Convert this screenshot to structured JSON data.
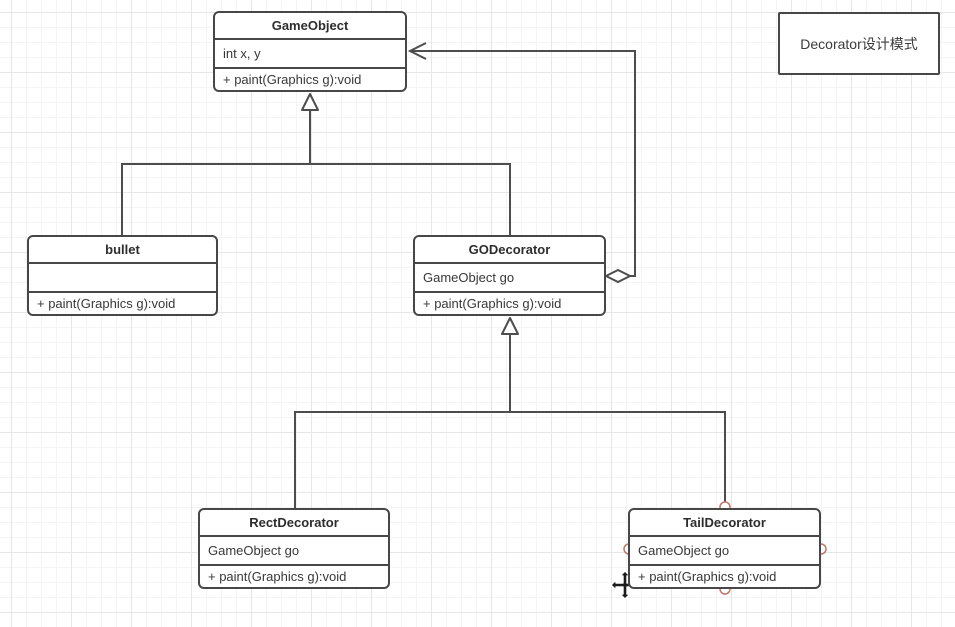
{
  "note": {
    "label": "Decorator设计模式"
  },
  "classes": [
    {
      "name": "GameObject",
      "field": "int x, y",
      "method": "+ paint(Graphics g):void"
    },
    {
      "name": "bullet",
      "field": "",
      "method": "+ paint(Graphics g):void"
    },
    {
      "name": "GODecorator",
      "field": "GameObject go",
      "method": "+ paint(Graphics g):void"
    },
    {
      "name": "RectDecorator",
      "field": "GameObject go",
      "method": "+ paint(Graphics g):void"
    },
    {
      "name": "TailDecorator",
      "field": "GameObject go",
      "method": "+ paint(Graphics g):void"
    }
  ],
  "edges": [
    {
      "type": "inheritance",
      "from": "bullet",
      "to": "GameObject"
    },
    {
      "type": "inheritance",
      "from": "GODecorator",
      "to": "GameObject"
    },
    {
      "type": "aggregation",
      "from": "GODecorator",
      "to": "GameObject"
    },
    {
      "type": "inheritance",
      "from": "RectDecorator",
      "to": "GODecorator"
    },
    {
      "type": "inheritance",
      "from": "TailDecorator",
      "to": "GODecorator"
    }
  ],
  "colors": {
    "stroke": "#4d4d4d",
    "connection_point": "#c0776a",
    "background": "#ffffff",
    "grid_minor": "#f4f4f4",
    "grid_major": "#e7e7e7"
  }
}
